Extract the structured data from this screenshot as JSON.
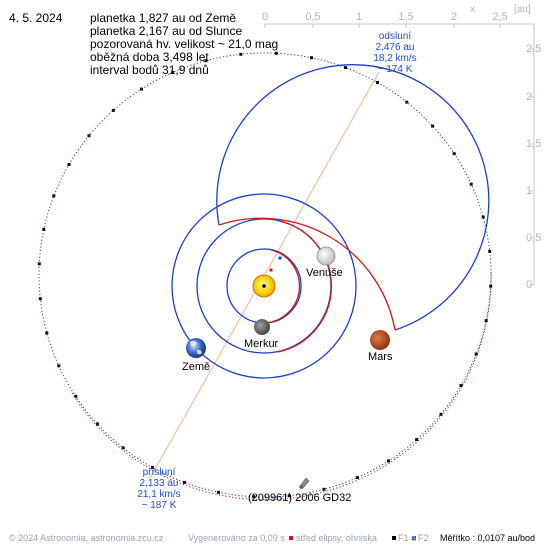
{
  "date": "4. 5. 2024",
  "info": {
    "line1": "planetka 1,827 au od Země",
    "line2": "planetka 2,167 au od Slunce",
    "line3": "pozorovaná hv. velikost ~ 21,0 mag",
    "line4": "oběžná doba 3,498 let",
    "line5": "interval bodů 31,9 dnů"
  },
  "axis": {
    "x_unit_label": "x",
    "y_unit_label": "[au]",
    "x_ticks": [
      "0",
      "0,5",
      "1",
      "1,5",
      "2",
      "2,5"
    ],
    "y_ticks": [
      "2,5",
      "2",
      "1,5",
      "1",
      "0,5",
      "0"
    ]
  },
  "aphelion": {
    "title": "odsluní",
    "distance": "2,476 au",
    "speed": "18,2 km/s",
    "temperature": "~ 174 K"
  },
  "perihelion": {
    "title": "přísluní",
    "distance": "2,133 au",
    "speed": "21,1 km/s",
    "temperature": "~ 187 K"
  },
  "planets": {
    "venus": "Venuše",
    "mercury": "Merkur",
    "earth": "Země",
    "mars": "Mars"
  },
  "asteroid_name": "(209961) 2006 GD32",
  "footer": {
    "copyright": "© 2024 Astronomia, astronomia.zcu.cz",
    "generated": "Vygenerováno za 0,09 s",
    "ellipse_center": "střed elipsy, ohniska",
    "f1": "F1 a",
    "f2": "F2",
    "scale": "Měřítko : 0,0107 au/bod"
  },
  "colors": {
    "blue_orbit": "#1a3fd0",
    "red_orbit": "#d01818",
    "label_blue": "#1a4fd0",
    "axis_gray": "#b9c0cc",
    "sun": "#f2d000",
    "mars": "#b8431e"
  }
}
